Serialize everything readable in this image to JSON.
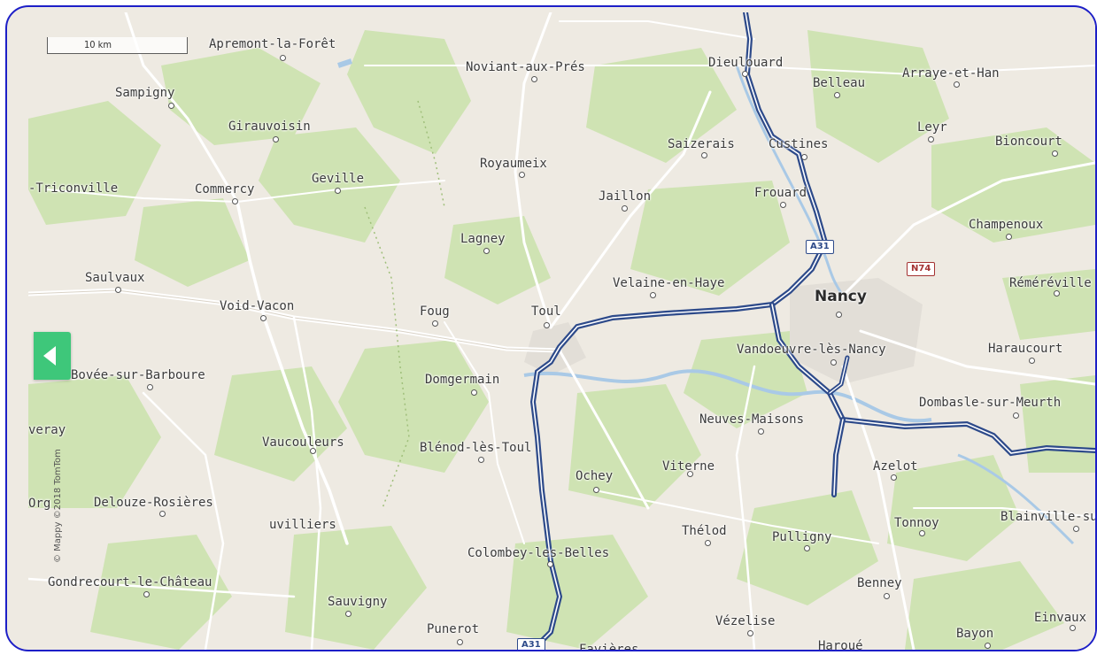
{
  "scale": {
    "label": "10 km"
  },
  "panel_toggle": {
    "icon": "chevron-left-icon"
  },
  "copyright": "© Mappy ©2018 TomTom",
  "route_shields": [
    {
      "id": "a31-north",
      "label": "A31"
    },
    {
      "id": "a31-south",
      "label": "A31"
    },
    {
      "id": "n74",
      "label": "N74"
    }
  ],
  "places": {
    "apremont": "Apremont-la-Forêt",
    "noviant": "Noviant-aux-Prés",
    "dieulouard": "Dieulouard",
    "belleau": "Belleau",
    "arraye": "Arraye-et-Han",
    "sampigny": "Sampigny",
    "girauvoisin": "Girauvoisin",
    "royaumeix": "Royaumeix",
    "saizerais": "Saizerais",
    "custines": "Custines",
    "leyr": "Leyr",
    "bioncourt": "Bioncourt",
    "triconville": "-Triconville",
    "commercy": "Commercy",
    "geville": "Geville",
    "jaillon": "Jaillon",
    "frouard": "Frouard",
    "champenoux": "Champenoux",
    "lagney": "Lagney",
    "saulvaux": "Saulvaux",
    "velaine": "Velaine-en-Haye",
    "remereville": "Réméréville",
    "void_vacon": "Void-Vacon",
    "foug": "Foug",
    "toul": "Toul",
    "nancy": "Nancy",
    "vandoeuvre": "Vandoeuvre-lès-Nancy",
    "haraucourt": "Haraucourt",
    "bovee": "Bovée-sur-Barboure",
    "domgermain": "Domgermain",
    "dombasle": "Dombasle-sur-Meurth",
    "neuves": "Neuves-Maisons",
    "veray": "veray",
    "vaucouleurs": "Vaucouleurs",
    "blenod": "Blénod-lès-Toul",
    "viterne": "Viterne",
    "azelot": "Azelot",
    "ochey": "Ochey",
    "org": "Org",
    "delouze": "Delouze-Rosières",
    "uvilliers": "uvilliers",
    "thelod": "Thélod",
    "pulligny": "Pulligny",
    "tonnoy": "Tonnoy",
    "blainville": "Blainville-sur",
    "colombey": "Colombey-les-Belles",
    "gondrecourt": "Gondrecourt-le-Château",
    "benney": "Benney",
    "sauvigny": "Sauvigny",
    "einvaux": "Einvaux",
    "vezelise": "Vézelise",
    "punerot": "Punerot",
    "bayon": "Bayon",
    "favieres": "Favières",
    "haroue": "Haroué"
  },
  "colors": {
    "land": "#eeeae2",
    "forest": "#cfe3b3",
    "water": "#a9c9e6",
    "route": "#2d4a8a",
    "road": "#ffffff",
    "toggle": "#3ec77a",
    "frame": "#1d1fc7"
  }
}
